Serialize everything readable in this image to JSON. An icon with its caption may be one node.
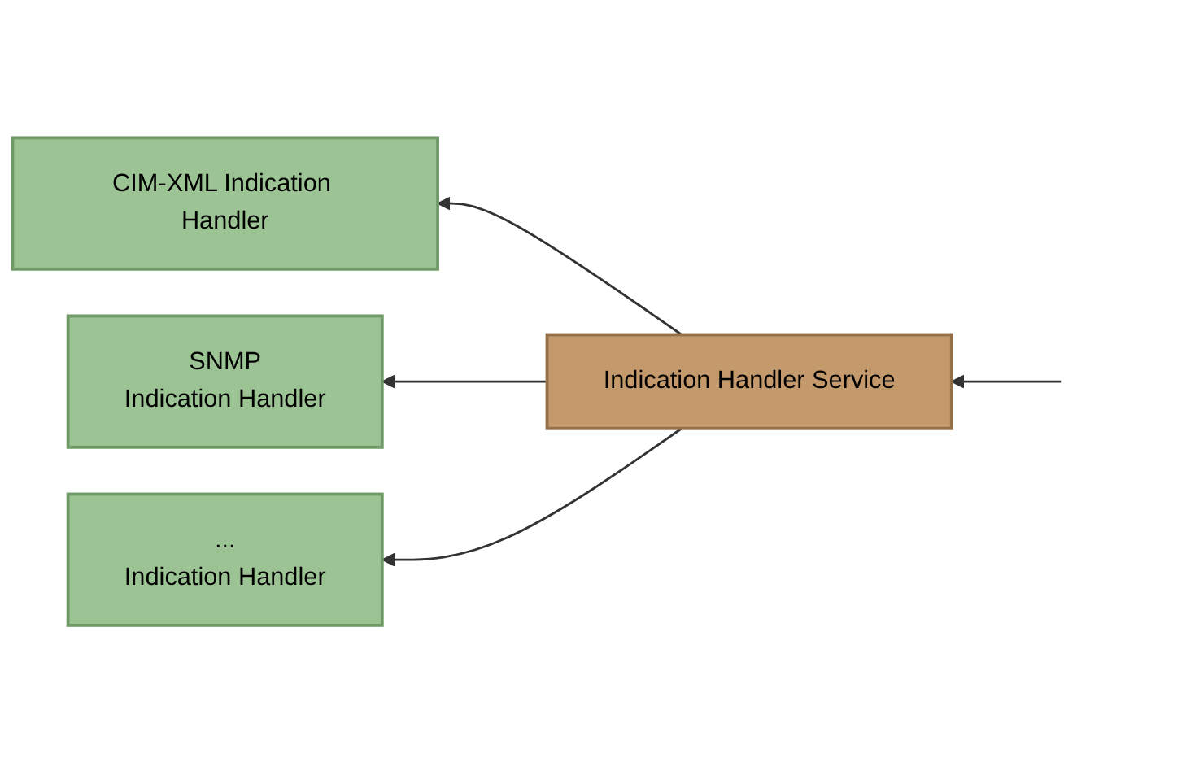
{
  "diagram": {
    "nodes": [
      {
        "text": [
          "CIM-XML Indication Handler"
        ]
      },
      {
        "text": [
          "SNMP",
          "Indication Handler"
        ]
      },
      {
        "text": [
          "...",
          "Indication Handler"
        ]
      },
      {
        "text": [
          "Indication Handler Service"
        ]
      }
    ],
    "edges": [
      {
        "from": 3,
        "to": 0,
        "arrow": "to"
      },
      {
        "from": 3,
        "to": 1,
        "arrow": "to"
      },
      {
        "from": 3,
        "to": 2,
        "arrow": "to"
      },
      {
        "from": null,
        "to": 3,
        "arrow": "to"
      }
    ]
  }
}
